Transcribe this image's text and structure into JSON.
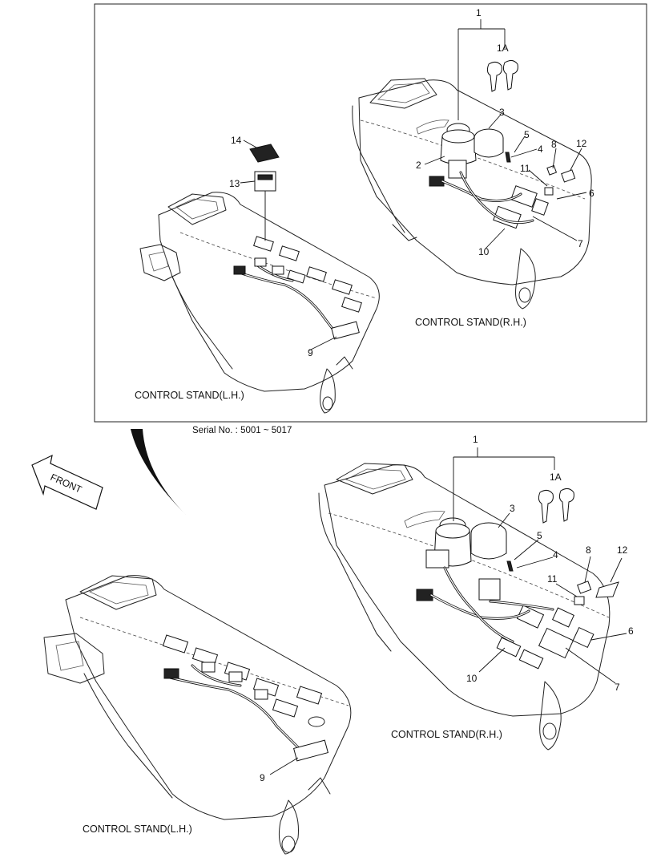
{
  "labels": {
    "top_rh": "CONTROL STAND(R.H.)",
    "top_lh": "CONTROL STAND(L.H.)",
    "serial": "Serial No. : 5001 ~ 5017",
    "front": "FRONT",
    "bottom_rh": "CONTROL STAND(R.H.)",
    "bottom_lh": "CONTROL STAND(L.H.)"
  },
  "callouts_top": {
    "p1": "1",
    "p1a": "1A",
    "p2": "2",
    "p3": "3",
    "p4": "4",
    "p5": "5",
    "p6": "6",
    "p7": "7",
    "p8": "8",
    "p9": "9",
    "p10": "10",
    "p11": "11",
    "p12": "12",
    "p13": "13",
    "p14": "14"
  },
  "callouts_bottom": {
    "p1": "1",
    "p1a": "1A",
    "p3": "3",
    "p4": "4",
    "p5": "5",
    "p6": "6",
    "p7": "7",
    "p8": "8",
    "p9": "9",
    "p10": "10",
    "p11": "11",
    "p12": "12"
  }
}
